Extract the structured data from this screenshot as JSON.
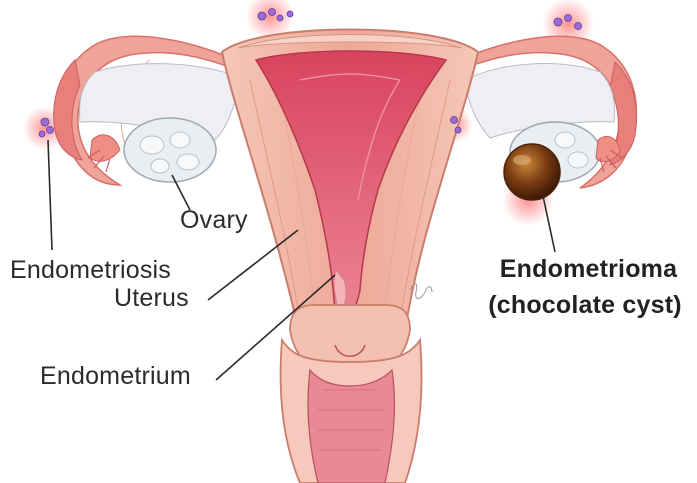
{
  "labels": {
    "ovary": "Ovary",
    "endometriosis": "Endometriosis",
    "uterus": "Uterus",
    "endometrium": "Endometrium",
    "endometrioma": "Endometrioma",
    "endometrioma_sub": "(chocolate cyst)"
  },
  "colors": {
    "uterus_wall": "#f1b7a6",
    "uterus_cavity": "#e4566e",
    "tube": "#f0a399",
    "ovary": "#e9eef2",
    "cyst": "#7a3b12",
    "lesion_glow": "#ff4a4a",
    "lesion": "#9b6bd8",
    "leader_line": "#2b2b2b"
  }
}
